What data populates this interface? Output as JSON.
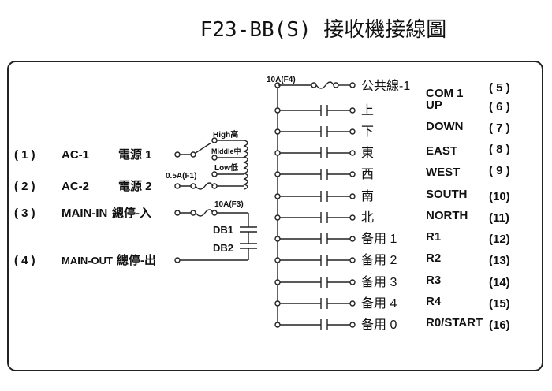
{
  "title": "F23-BB(S) 接收機接線圖",
  "left": [
    {
      "num": "( 1 )",
      "code": "AC-1",
      "cn": "電源 1"
    },
    {
      "num": "( 2 )",
      "code": "AC-2",
      "cn": "電源 2"
    },
    {
      "num": "( 3 )",
      "code": "MAIN-IN",
      "cn": "總停-入"
    },
    {
      "num": "( 4 )",
      "code": "MAIN-OUT",
      "cn": "總停-出"
    }
  ],
  "transformer": {
    "high": "High高",
    "middle": "Middle中",
    "low": "Low低"
  },
  "fuses": {
    "f1": "0.5A(F1)",
    "f3": "10A(F3)",
    "f4": "10A(F4)"
  },
  "capacitors": {
    "db1": "DB1",
    "db2": "DB2"
  },
  "right": [
    {
      "cn": "公共線-1",
      "en": "COM 1",
      "num": "( 5 )"
    },
    {
      "cn": "上",
      "en": "UP",
      "num": "( 6 )"
    },
    {
      "cn": "下",
      "en": "DOWN",
      "num": "( 7 )"
    },
    {
      "cn": "東",
      "en": "EAST",
      "num": "( 8 )"
    },
    {
      "cn": "西",
      "en": "WEST",
      "num": "( 9 )"
    },
    {
      "cn": "南",
      "en": "SOUTH",
      "num": "(10)"
    },
    {
      "cn": "北",
      "en": "NORTH",
      "num": "(11)"
    },
    {
      "cn": "备用 1",
      "en": "R1",
      "num": "(12)"
    },
    {
      "cn": "备用 2",
      "en": "R2",
      "num": "(13)"
    },
    {
      "cn": "备用 3",
      "en": "R3",
      "num": "(14)"
    },
    {
      "cn": "备用 4",
      "en": "R4",
      "num": "(15)"
    },
    {
      "cn": "备用 0",
      "en": "R0/START",
      "num": "(16)"
    }
  ]
}
